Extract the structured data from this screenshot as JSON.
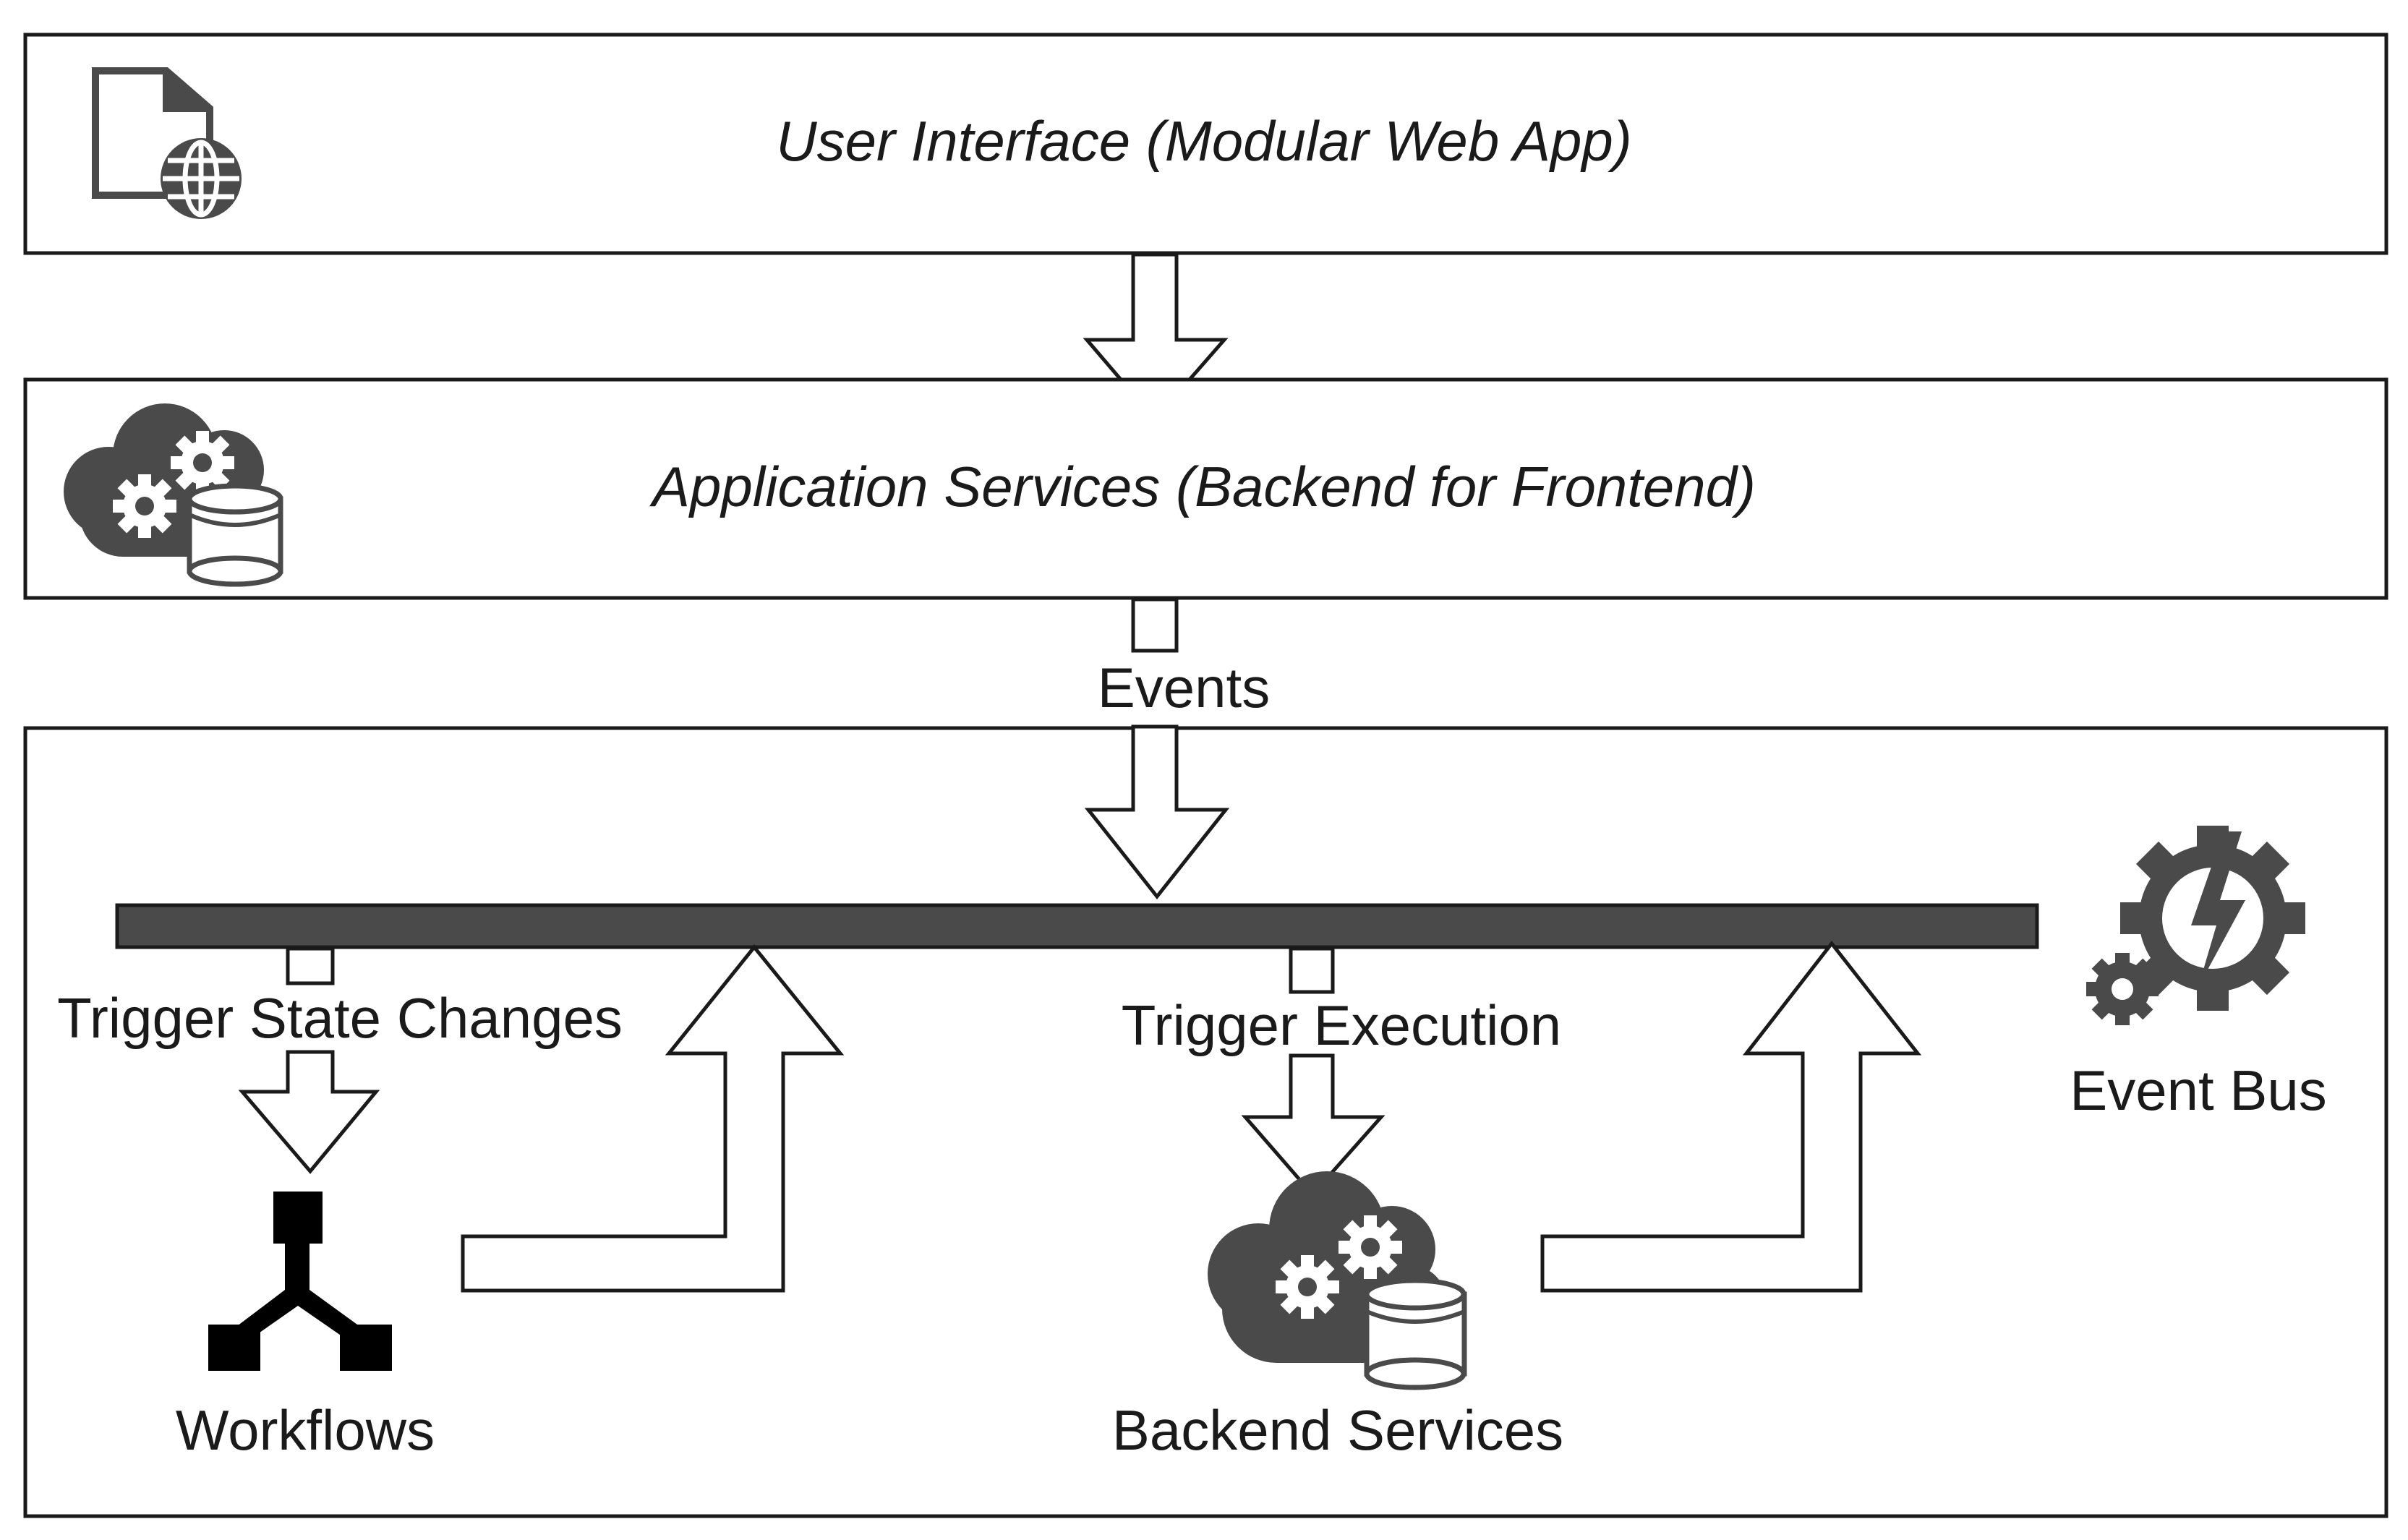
{
  "layers": {
    "ui": {
      "label": "User Interface (Modular Web App)",
      "icon": "web-page-globe-icon"
    },
    "app_services": {
      "label": "Application Services (Backend for Frontend)",
      "icon": "cloud-gears-database-icon"
    }
  },
  "flows": {
    "events": "Events",
    "trigger_state_changes": "Trigger State Changes",
    "trigger_execution": "Trigger Execution"
  },
  "components": {
    "workflows": {
      "label": "Workflows",
      "icon": "workflow-tree-icon"
    },
    "backend_services": {
      "label": "Backend Services",
      "icon": "cloud-gears-database-icon"
    },
    "event_bus": {
      "label": "Event Bus",
      "icon": "gears-lightning-icon"
    }
  },
  "colors": {
    "stroke": "#1a1a1a",
    "icon_fill": "#4a4a4a",
    "bus_fill": "#4a4a4a"
  }
}
